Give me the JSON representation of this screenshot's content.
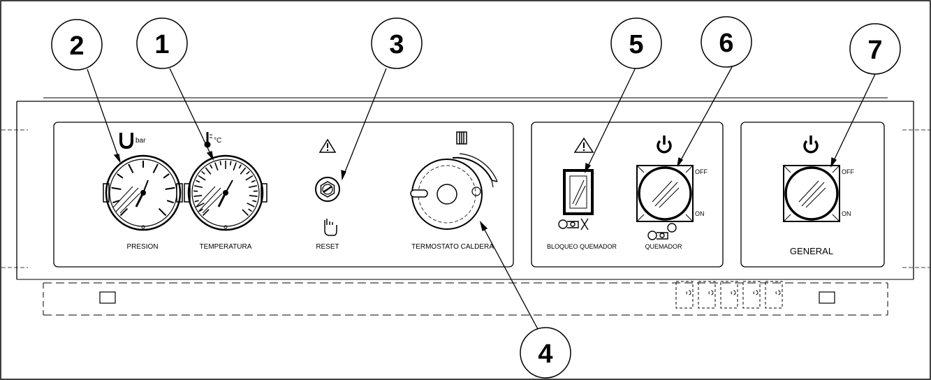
{
  "callouts": [
    "1",
    "2",
    "3",
    "4",
    "5",
    "6",
    "7"
  ],
  "labels": {
    "presion": "PRESION",
    "temperatura": "TEMPERATURA",
    "reset": "RESET",
    "termostato": "TERMOSTATO CALDERA",
    "bloqueo": "BLOQUEO QUEMADOR",
    "quemador": "QUEMADOR",
    "general": "GENERAL"
  },
  "units": {
    "pressure": "bar",
    "temperature": "°C"
  },
  "switch_states": {
    "off": "OFF",
    "on": "ON"
  },
  "icons": {
    "pressure": "pressure-gauge-icon",
    "temperature": "thermometer-icon",
    "warning": "warning-triangle-icon",
    "reset": "hand-press-icon",
    "boiler": "radiator-icon",
    "power": "power-icon",
    "burner": "burner-fan-icon"
  }
}
